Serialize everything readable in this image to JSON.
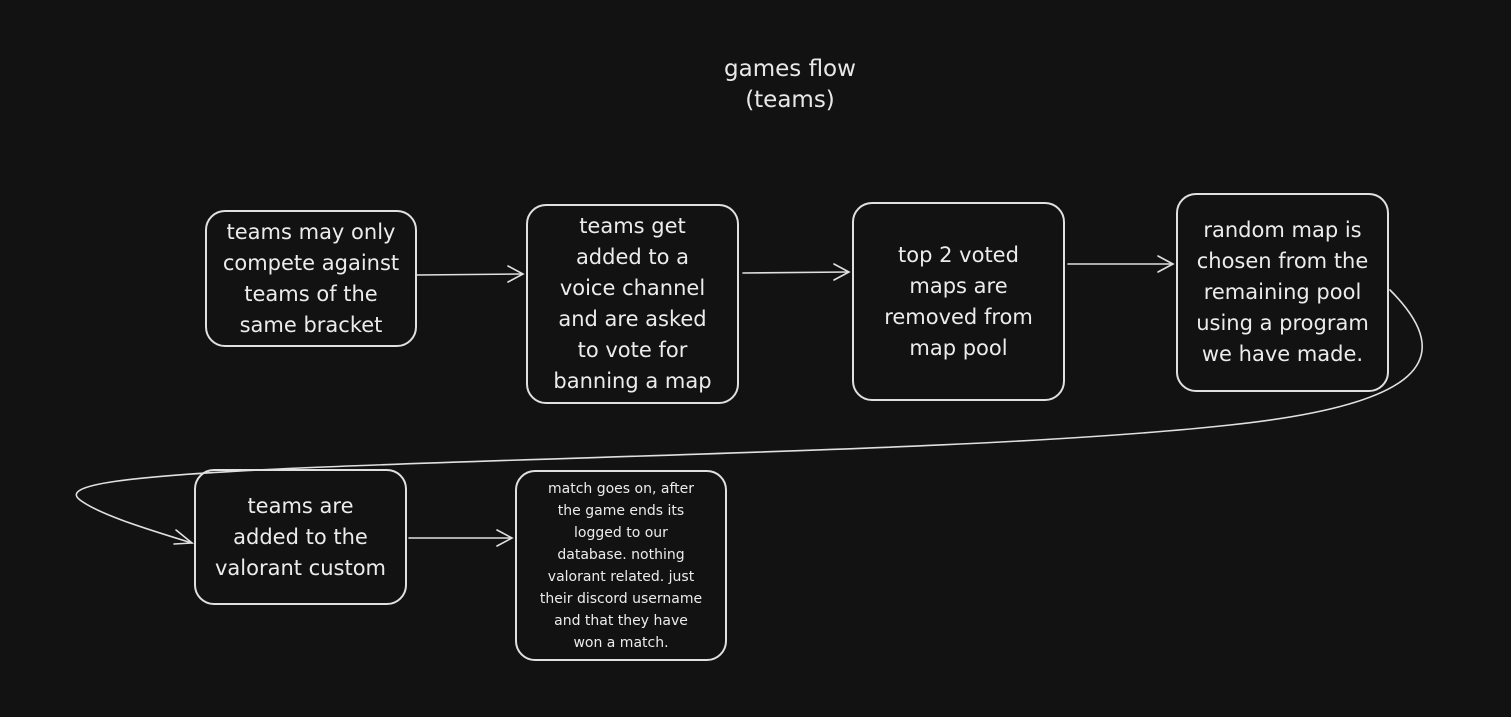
{
  "diagram": {
    "title": "games flow\n(teams)",
    "nodes": [
      {
        "id": "n1",
        "label": "teams may only\ncompete against\nteams of the\nsame bracket"
      },
      {
        "id": "n2",
        "label": "teams get\nadded to a\nvoice channel\nand are asked\nto vote for\nbanning a map"
      },
      {
        "id": "n3",
        "label": "top 2 voted\nmaps are\nremoved from\nmap pool"
      },
      {
        "id": "n4",
        "label": "random map is\nchosen from the\nremaining pool\nusing a program\nwe have made."
      },
      {
        "id": "n5",
        "label": "teams are\nadded to the\nvalorant custom"
      },
      {
        "id": "n6",
        "label": "match goes on, after\nthe game ends its\nlogged to our\ndatabase. nothing\nvalorant related. just\ntheir discord username\nand that they have\nwon a match."
      }
    ],
    "edges": [
      {
        "from": "n1",
        "to": "n2"
      },
      {
        "from": "n2",
        "to": "n3"
      },
      {
        "from": "n3",
        "to": "n4"
      },
      {
        "from": "n4",
        "to": "n5"
      },
      {
        "from": "n5",
        "to": "n6"
      }
    ],
    "colors": {
      "background": "#121212",
      "stroke": "#e0e0e0",
      "text": "#ececec"
    }
  }
}
